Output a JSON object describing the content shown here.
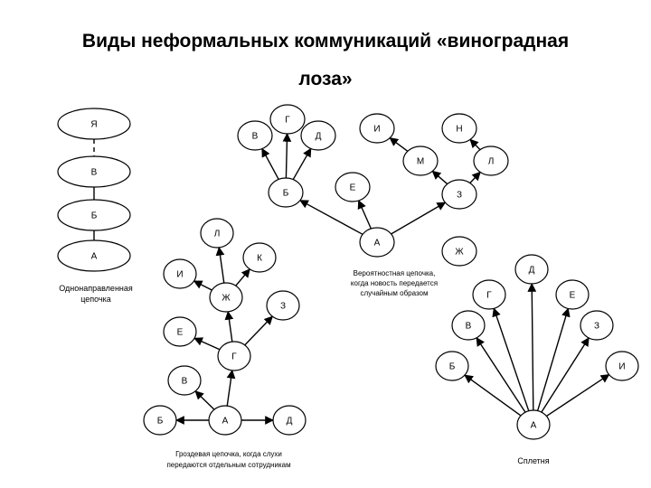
{
  "title_line1": "Виды неформальных коммуникаций «виноградная",
  "title_line2": "лоза»",
  "chain": {
    "nodes": [
      "Я",
      "В",
      "Б",
      "А"
    ],
    "caption": [
      "Однонаправленная",
      "цепочка"
    ]
  },
  "probability": {
    "nodes": [
      "Г",
      "В",
      "Д",
      "И",
      "Н",
      "М",
      "Л",
      "Е",
      "Б",
      "З",
      "А",
      "Ж"
    ],
    "caption": [
      "Вероятностная цепочка,",
      "когда новость передается",
      "случайным образом"
    ]
  },
  "cluster": {
    "nodes": [
      "Л",
      "К",
      "И",
      "Ж",
      "З",
      "Е",
      "Г",
      "В",
      "Б",
      "А",
      "Д"
    ],
    "caption": [
      "Гроздевая цепочка, когда слухи",
      "передаются отдельным сотрудникам"
    ]
  },
  "gossip": {
    "nodes": [
      "Д",
      "Г",
      "Е",
      "В",
      "З",
      "Б",
      "И",
      "А"
    ],
    "caption": [
      "Сплетня"
    ]
  }
}
